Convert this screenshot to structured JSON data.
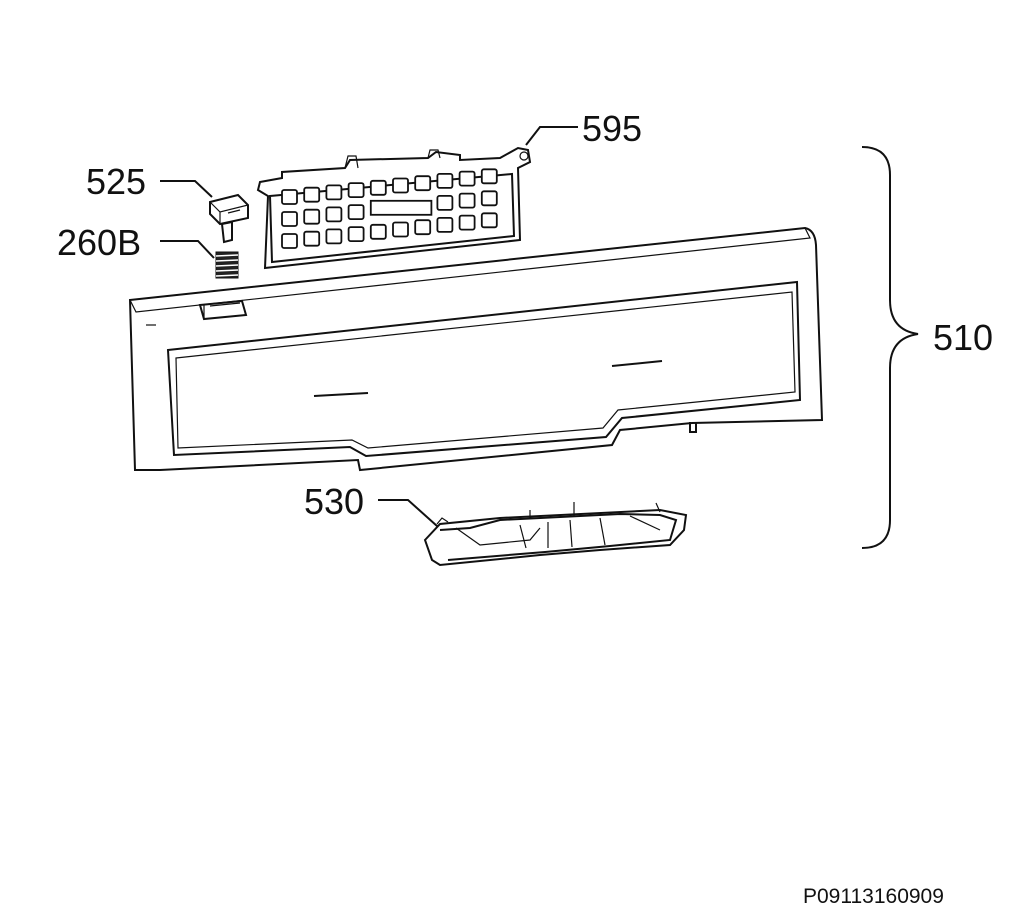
{
  "diagram": {
    "parts": [
      {
        "id": "595",
        "label": "595"
      },
      {
        "id": "525",
        "label": "525"
      },
      {
        "id": "260B",
        "label": "260B"
      },
      {
        "id": "510",
        "label": "510"
      },
      {
        "id": "530",
        "label": "530"
      }
    ],
    "document_code": "P09113160909"
  }
}
